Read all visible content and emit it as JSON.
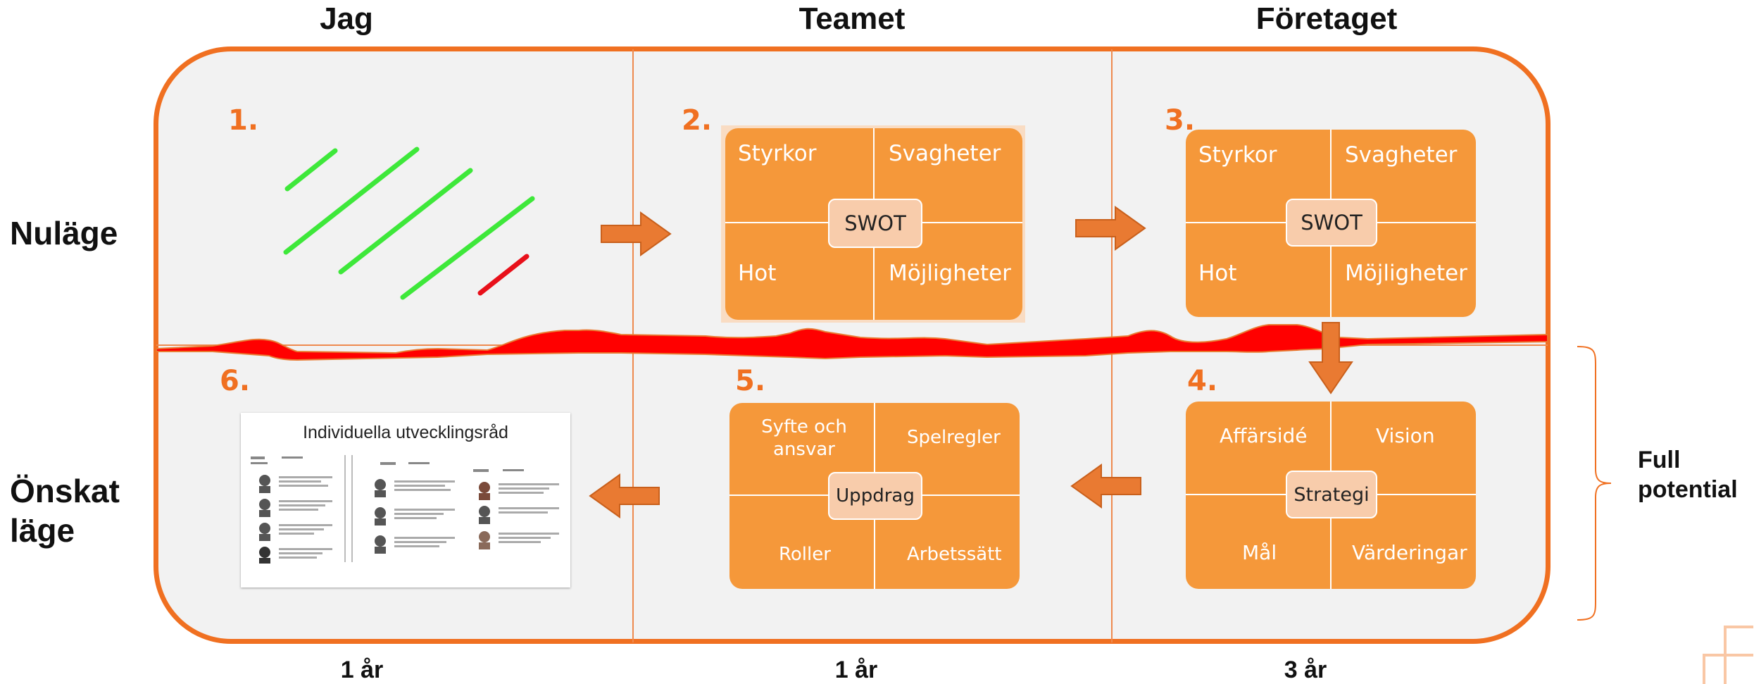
{
  "columns": [
    "Jag",
    "Teamet",
    "Företaget"
  ],
  "rows": {
    "current": "Nuläge",
    "desired_line1": "Önskat",
    "desired_line2": "läge"
  },
  "durations": [
    "1 år",
    "1 år",
    "3 år"
  ],
  "bracket_label_line1": "Full",
  "bracket_label_line2": "potential",
  "steps": [
    "1.",
    "2.",
    "3.",
    "4.",
    "5.",
    "6."
  ],
  "swot_team": {
    "top_left": "Styrkor",
    "top_right": "Svagheter",
    "bottom_left": "Hot",
    "bottom_right": "Möjligheter",
    "center": "SWOT"
  },
  "swot_company": {
    "top_left": "Styrkor",
    "top_right": "Svagheter",
    "bottom_left": "Hot",
    "bottom_right": "Möjligheter",
    "center": "SWOT"
  },
  "strategy": {
    "top_left": "Affärsidé",
    "top_right": "Vision",
    "bottom_left": "Mål",
    "bottom_right": "Värderingar",
    "center": "Strategi"
  },
  "mission": {
    "top_left": "Syfte och ansvar",
    "top_right": "Spelregler",
    "bottom_left": "Roller",
    "bottom_right": "Arbetssätt",
    "center": "Uppdrag"
  },
  "document": {
    "title": "Individuella utvecklingsråd"
  },
  "colors": {
    "accent": "#f07021",
    "box_fill": "#f5983a",
    "center_fill": "#f8ccab",
    "arrow": "#e97a32",
    "green_strokes": "#3ee83a",
    "red_stroke": "#e8101a",
    "wave": "#ff0000"
  }
}
